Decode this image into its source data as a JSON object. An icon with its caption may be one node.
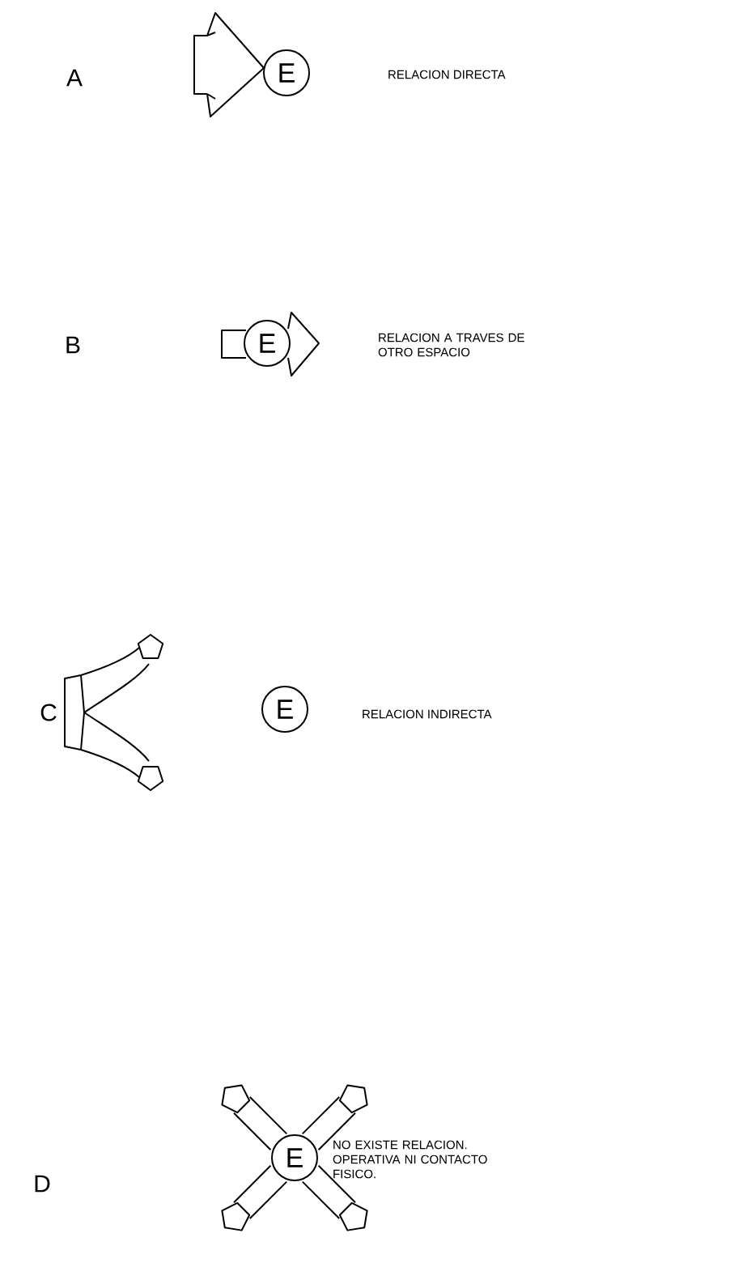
{
  "diagram": {
    "nodes": [
      {
        "text": [
          "E"
        ]
      },
      {
        "text": [
          "E"
        ]
      },
      {
        "text": [
          "E"
        ]
      },
      {
        "text": [
          "E"
        ]
      }
    ],
    "labels": [
      "A",
      "RELACION DIRECTA",
      "B",
      "RELACION A TRAVES DE OTRO ESPACIO",
      "C",
      "RELACION INDIRECTA",
      "D",
      "NO EXISTE RELACION. OPERATIVA NI CONTACTO FISICO."
    ]
  }
}
